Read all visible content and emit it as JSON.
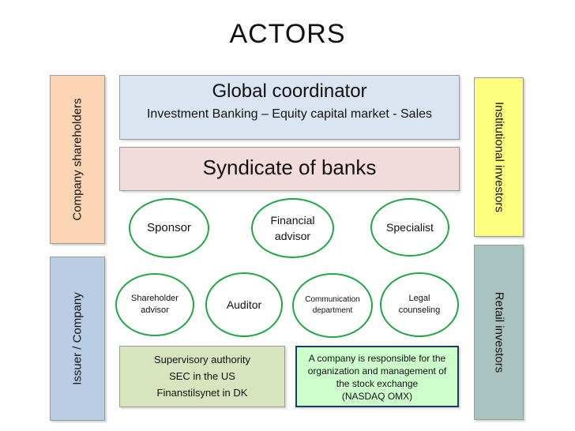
{
  "title": "ACTORS",
  "left_panels": [
    {
      "label": "Company shareholders",
      "color": "#fcd5b5"
    },
    {
      "label": "Issuer / Company",
      "color": "#b9cde5"
    }
  ],
  "right_panels": [
    {
      "label": "Institutional investors",
      "color": "#ffff7f"
    },
    {
      "label": "Retail investors",
      "color": "#a9c4c0"
    }
  ],
  "global_coordinator": {
    "title": "Global coordinator",
    "subtitle": "Investment Banking – Equity capital market - Sales",
    "color": "#dbe5f1"
  },
  "syndicate": {
    "title": "Syndicate of banks",
    "color": "#f2dcdb"
  },
  "circles_row1": [
    {
      "lines": [
        "Sponsor"
      ]
    },
    {
      "lines": [
        "Financial",
        "advisor"
      ]
    },
    {
      "lines": [
        "Specialist"
      ]
    }
  ],
  "circles_row2": [
    {
      "lines": [
        "Shareholder",
        "advisor"
      ]
    },
    {
      "lines": [
        "Auditor"
      ]
    },
    {
      "lines": [
        "Communication",
        "department"
      ]
    },
    {
      "lines": [
        "Legal",
        "counseling"
      ]
    }
  ],
  "supervisory": {
    "lines": [
      "Supervisory authority",
      "SEC in the US",
      "Finanstilsynet in DK"
    ],
    "color": "#d7e4bd"
  },
  "exchange": {
    "lines": [
      "A company is responsible for the",
      "organization and management of",
      "the stock exchange",
      "(NASDAQ OMX)"
    ],
    "color": "#ccffcc"
  },
  "colors": {
    "circle_border": "#22a546",
    "exchange_border": "#1f3864"
  }
}
